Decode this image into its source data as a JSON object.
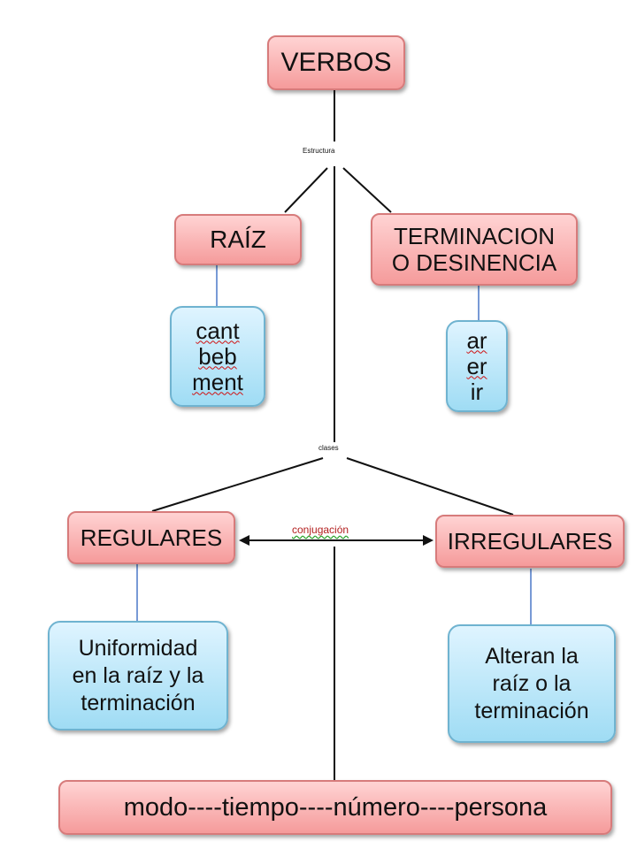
{
  "nodes": {
    "verbos": "VERBOS",
    "raiz": "RAÍZ",
    "terminacion": [
      "TERMINACION",
      "O DESINENCIA"
    ],
    "raiz_examples": [
      "cant",
      "beb",
      "ment"
    ],
    "endings": [
      "ar",
      "er",
      "ir"
    ],
    "regulares": "REGULARES",
    "irregulares": "IRREGULARES",
    "regulares_desc": [
      "Uniformidad",
      "en la raíz y la",
      "terminación"
    ],
    "irregulares_desc": [
      "Alteran la",
      "raíz o la",
      "terminación"
    ],
    "bottom": "modo----tiempo----número----persona"
  },
  "labels": {
    "estructura": "Estructura",
    "clases": "clases",
    "conjugacion": "conjugación"
  }
}
